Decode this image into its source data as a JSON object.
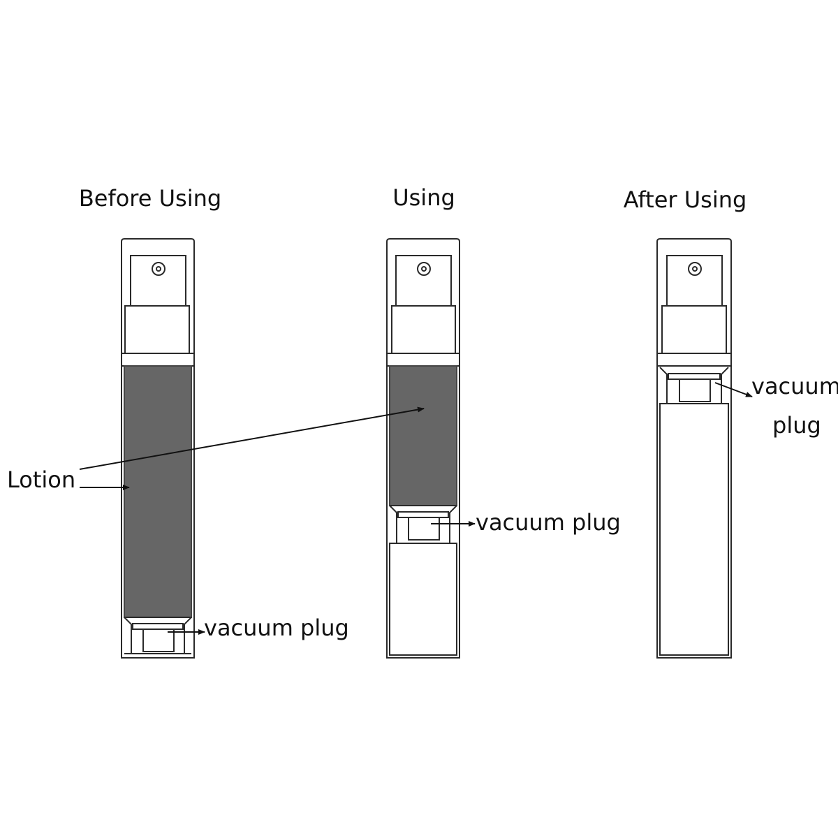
{
  "panels": [
    {
      "title": "Before Using",
      "plug_label": "vacuum plug"
    },
    {
      "title": "Using",
      "plug_label": "vacuum plug"
    },
    {
      "title": "After Using",
      "plug_label_lines": [
        "vacuum",
        "plug"
      ]
    }
  ],
  "lotion_label": "Lotion",
  "colors": {
    "lotion": "#666666",
    "outline": "#2a2a2a",
    "background": "#ffffff"
  }
}
